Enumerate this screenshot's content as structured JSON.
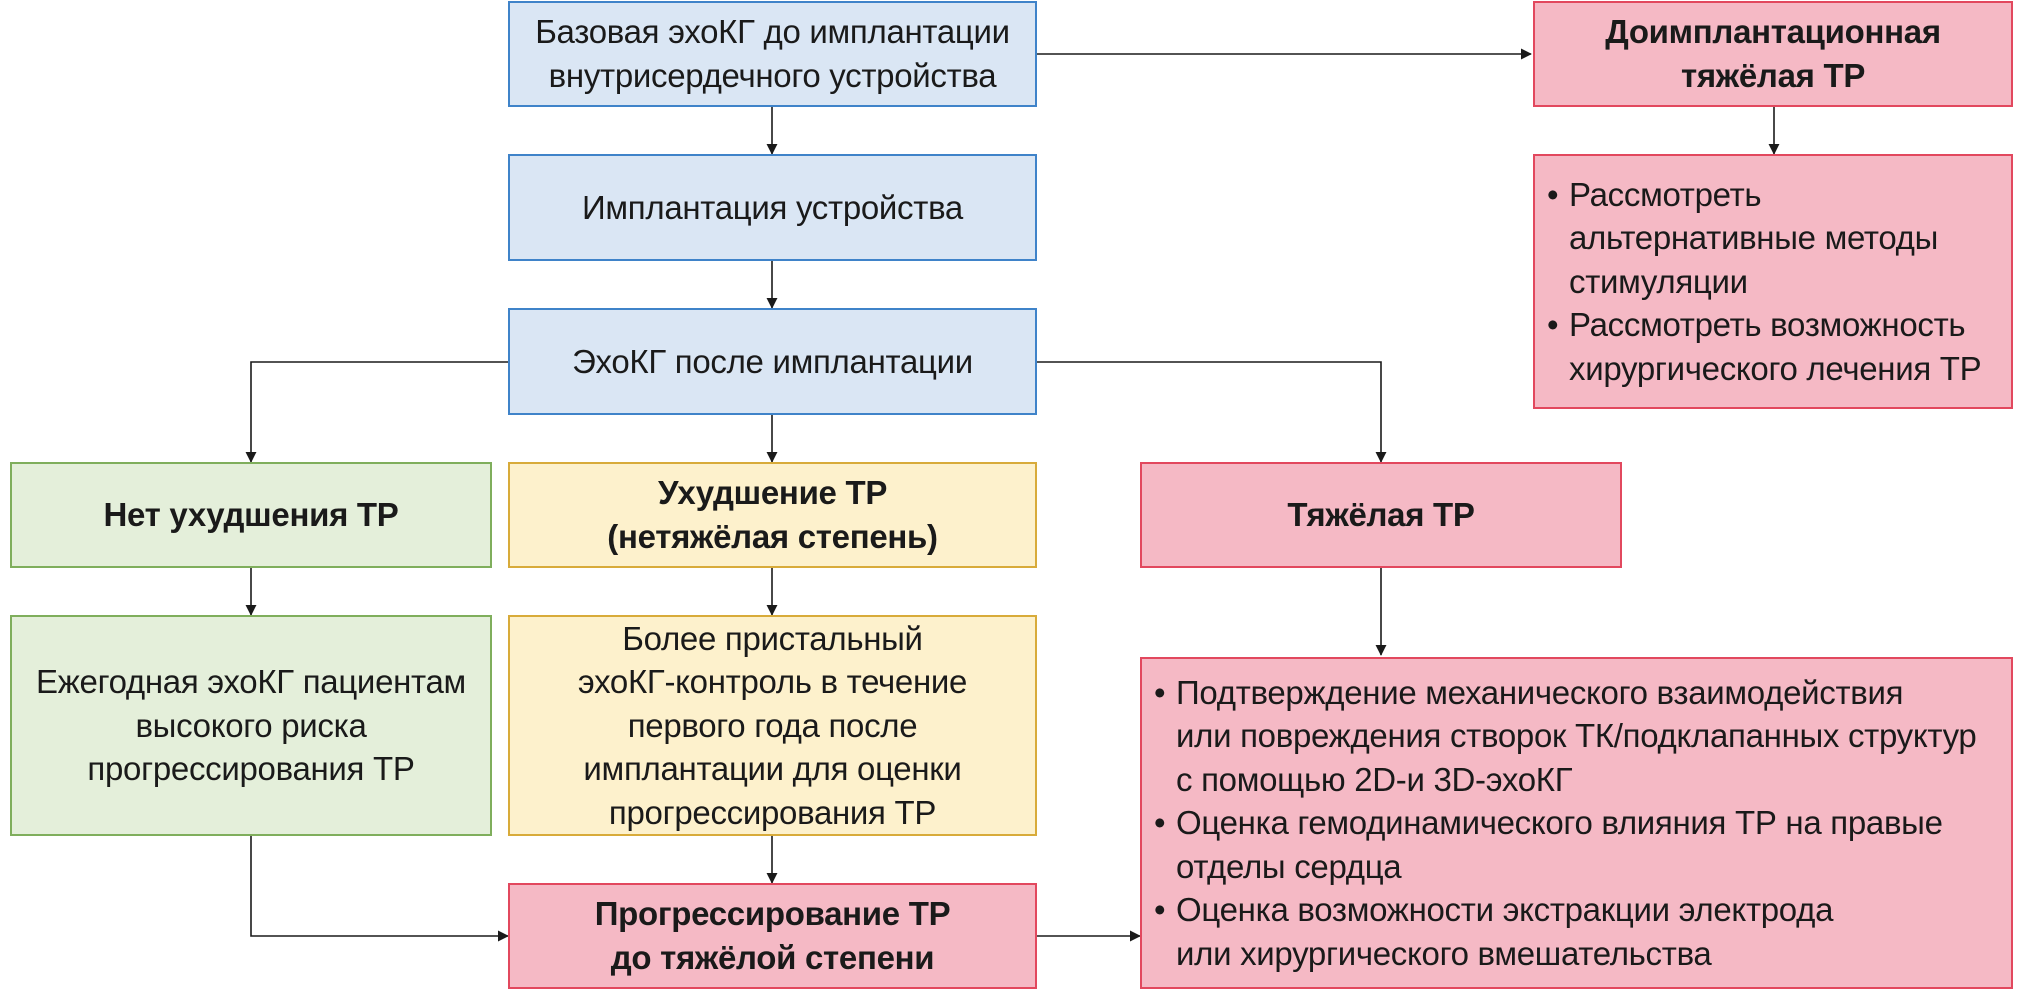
{
  "diagram": {
    "nodes": {
      "baseline_echo": "Базовая эхоКГ до имплантации\nвнутрисердечного устройства",
      "preimplant_severe": "Доимплантационная\nтяжёлая ТР",
      "preimplant_actions": [
        "Рассмотреть\nальтернативные методы\nстимуляции",
        "Рассмотреть возможность\nхирургического лечения ТР"
      ],
      "implantation": "Имплантация устройства",
      "post_echo": "ЭхоКГ после имплантации",
      "no_worsening": "Нет ухудшения ТР",
      "worsening_nonsevere": "Ухудшение ТР\n(нетяжёлая степень)",
      "severe_tr": "Тяжёлая ТР",
      "annual_echo": "Ежегодная эхоКГ пациентам\nвысокого риска\nпрогрессирования ТР",
      "closer_echo": "Более пристальный\nэхоКГ-контроль в течение\nпервого года после\nимплантации для оценки\nпрогрессирования ТР",
      "severe_actions": [
        "Подтверждение механического взаимодействия\nили повреждения створок ТК/подклапанных структур\nс помощью 2D-и 3D-эхоКГ",
        "Оценка гемодинамического влияния ТР на правые\nотделы сердца",
        "Оценка возможности экстракции электрода\nили хирургического вмешательства"
      ],
      "progression": "Прогрессирование ТР\nдо тяжёлой степени"
    },
    "colors": {
      "blue_fill": "#dae6f4",
      "blue_border": "#3f83c9",
      "green_fill": "#e4efda",
      "green_border": "#7fae5c",
      "yellow_fill": "#fdf1cc",
      "yellow_border": "#d8ab3a",
      "red_fill": "#f5b9c5",
      "red_border": "#e2485e",
      "arrow": "#1a1a1a"
    }
  }
}
